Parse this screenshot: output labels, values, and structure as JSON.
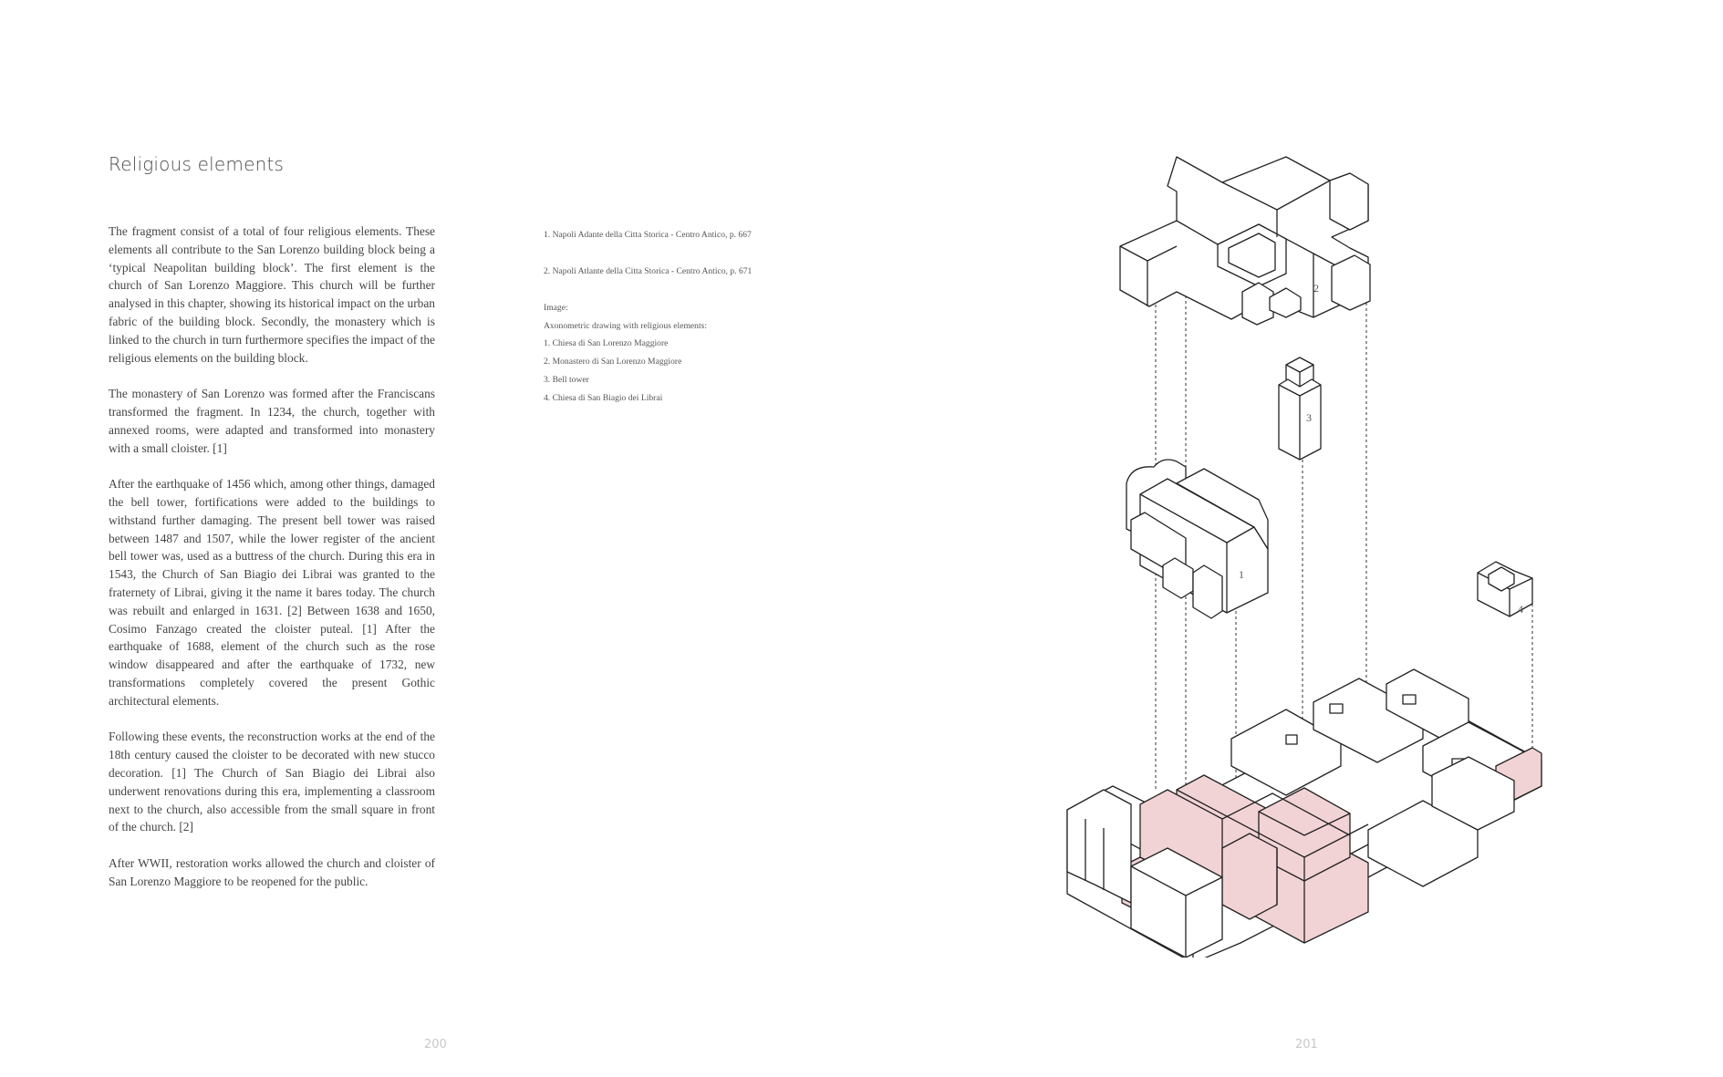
{
  "heading": "Religious elements",
  "paragraphs": [
    "The fragment consist of a total of four religious elements. These elements all contribute to the San Lorenzo building block being a ‘typical Neapolitan building block’. The first element is the church of San Lorenzo Maggiore. This church will be further analysed in this chapter, showing its historical impact on the urban fabric of the building block. Secondly, the monastery which is linked to the church in turn furthermore specifies the impact of the religious elements on the building block.",
    "The monastery of San Lorenzo was formed after the Franciscans transformed the fragment. In 1234, the church, together with annexed rooms, were adapted and transformed into monastery with a small cloister. [1]",
    "After the earthquake of 1456 which, among other things, damaged the bell tower, fortifications were added to the buildings to withstand further damaging. The present bell tower was raised between 1487 and 1507, while the lower register of the ancient bell tower was, used as a buttress of the church. During this era in 1543, the Church of San Biagio dei Librai was granted to the fraternety of Librai, giving it the name it bares today. The church was rebuilt and enlarged in 1631. [2] Between 1638 and 1650, Cosimo Fanzago created the cloister puteal. [1] After the earthquake of 1688, element of the church such as the rose window disappeared and after the earthquake of 1732, new transformations completely covered the present Gothic architectural elements.",
    " Following these events, the reconstruction works at the end of the 18th century caused the cloister to be decorated with new stucco decoration. [1] The Church of San Biagio dei Librai also underwent renovations during this era, implementing a classroom next to the church, also accessible from the small square in front of the church. [2]",
    "After WWII, restoration works allowed the church and cloister of San Lorenzo Maggiore to be reopened for the public."
  ],
  "footnotes": [
    "1. Napoli Adante della Citta Storica - Centro Antico, p. 667",
    "2. Napoli Atlante della Citta Storica - Centro Antico, p. 671"
  ],
  "caption": {
    "label": "Image:",
    "description": "Axonometric drawing with religious elements:",
    "items": [
      "1. Chiesa di San Lorenzo Maggiore",
      "2. Monastero di San Lorenzo Maggiore",
      "3. Bell tower",
      "4. Chiesa di San Biagio dei Librai"
    ]
  },
  "drawing_labels": [
    "1",
    "2",
    "3",
    "4"
  ],
  "page_numbers": {
    "left": "200",
    "right": "201"
  },
  "colors": {
    "highlight_fill": "#f2d3d5",
    "line": "#222222",
    "page_number": "#c8c8c8"
  }
}
